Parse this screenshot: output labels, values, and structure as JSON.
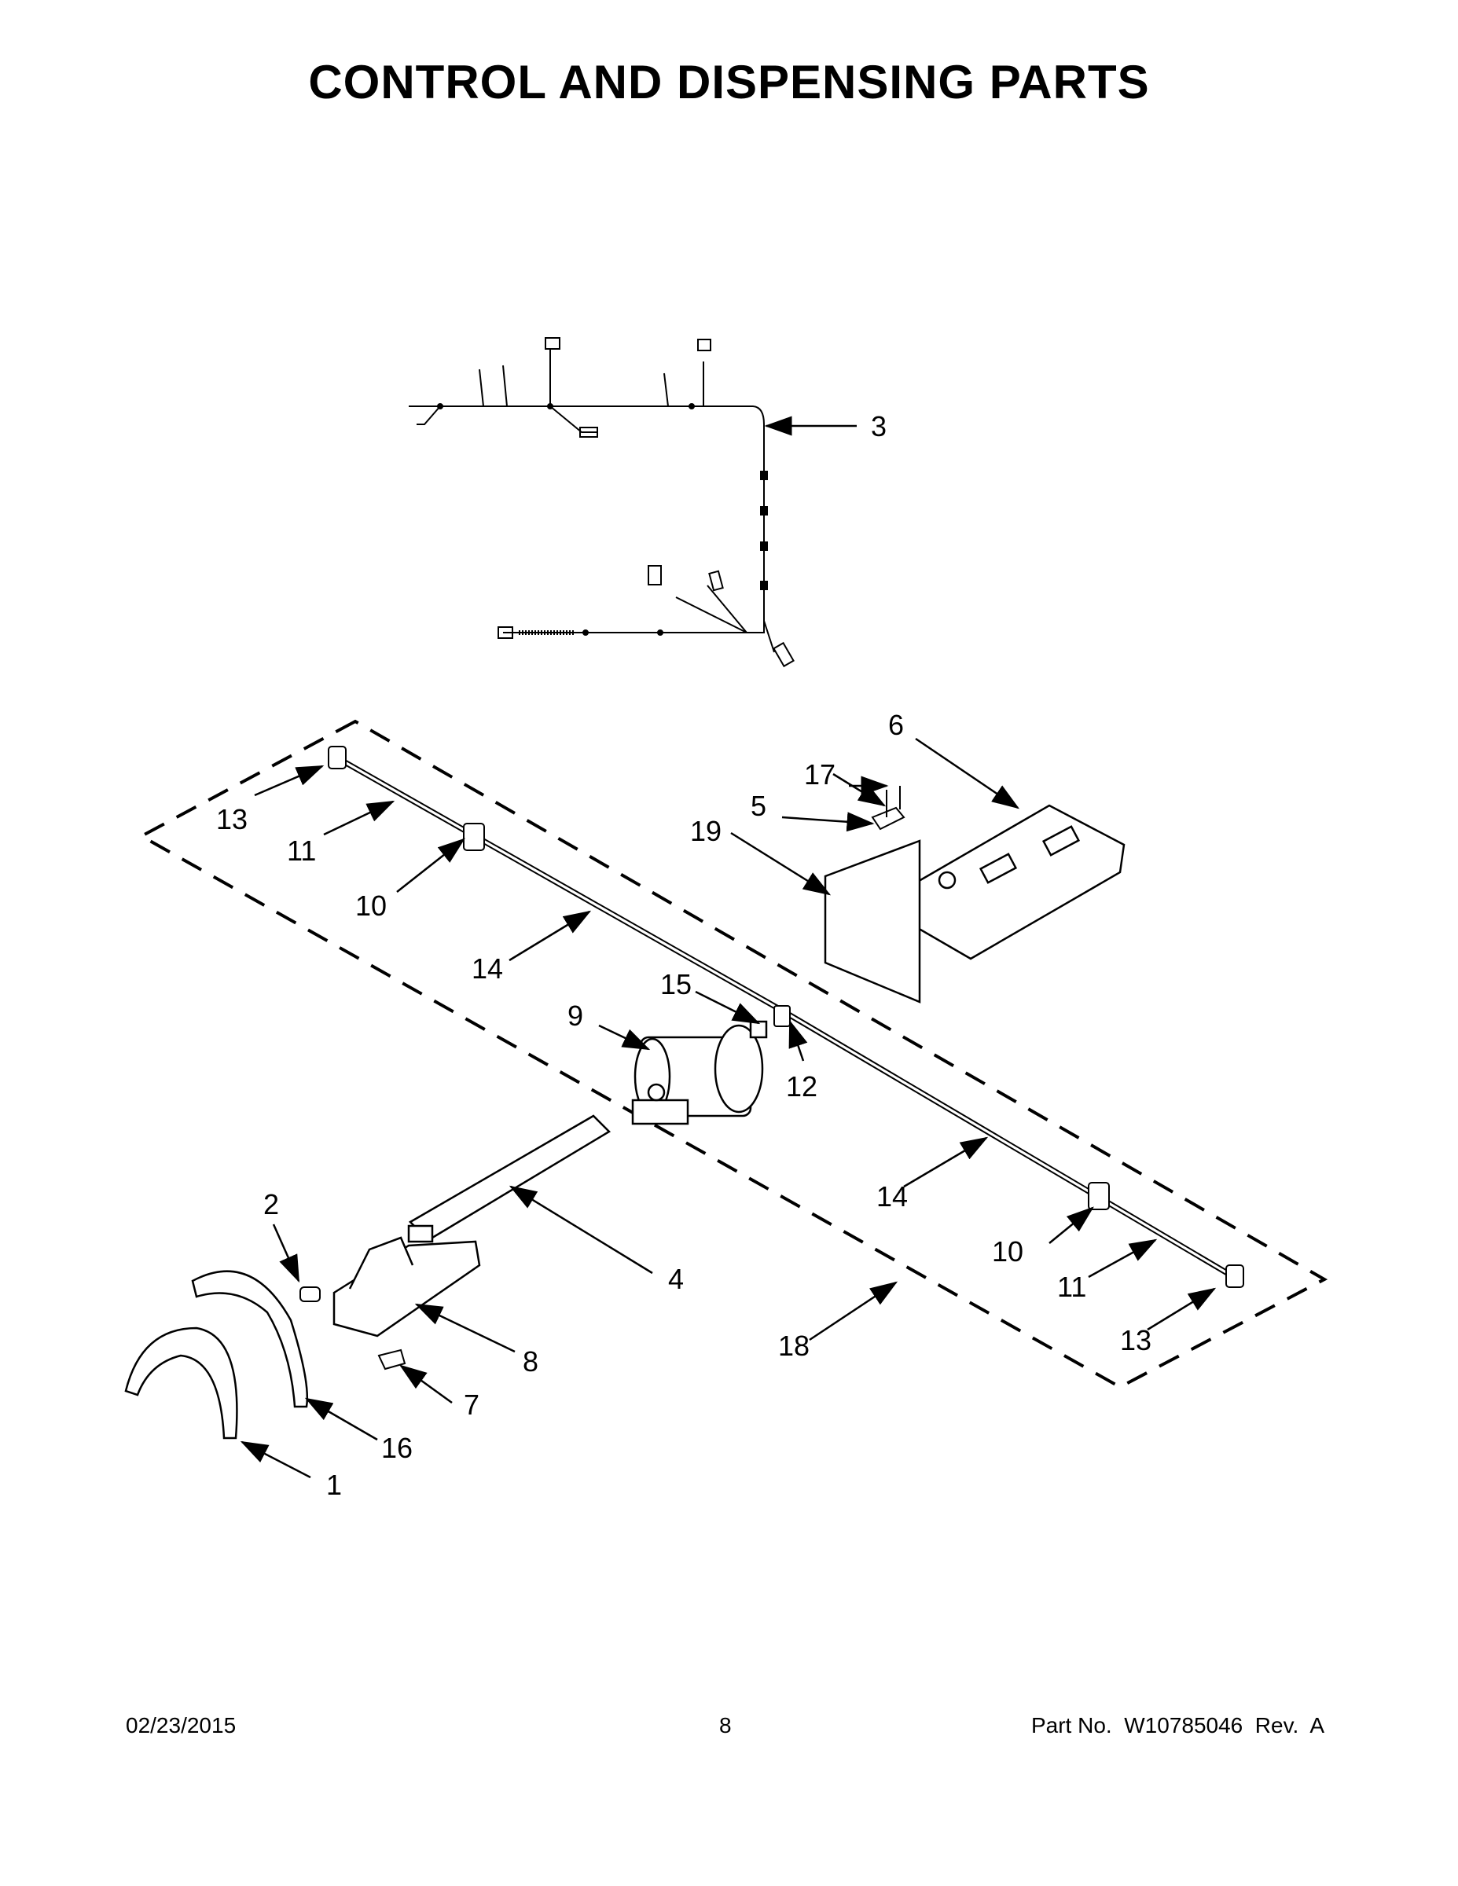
{
  "title": "CONTROL AND DISPENSING PARTS",
  "callouts": [
    "1",
    "2",
    "3",
    "4",
    "5",
    "6",
    "7",
    "8",
    "9",
    "10",
    "10",
    "11",
    "11",
    "12",
    "13",
    "13",
    "14",
    "14",
    "15",
    "16",
    "17",
    "18",
    "19"
  ],
  "footer": {
    "date": "02/23/2015",
    "page": "8",
    "part_number": "Part No.  W10785046  Rev.  A"
  }
}
